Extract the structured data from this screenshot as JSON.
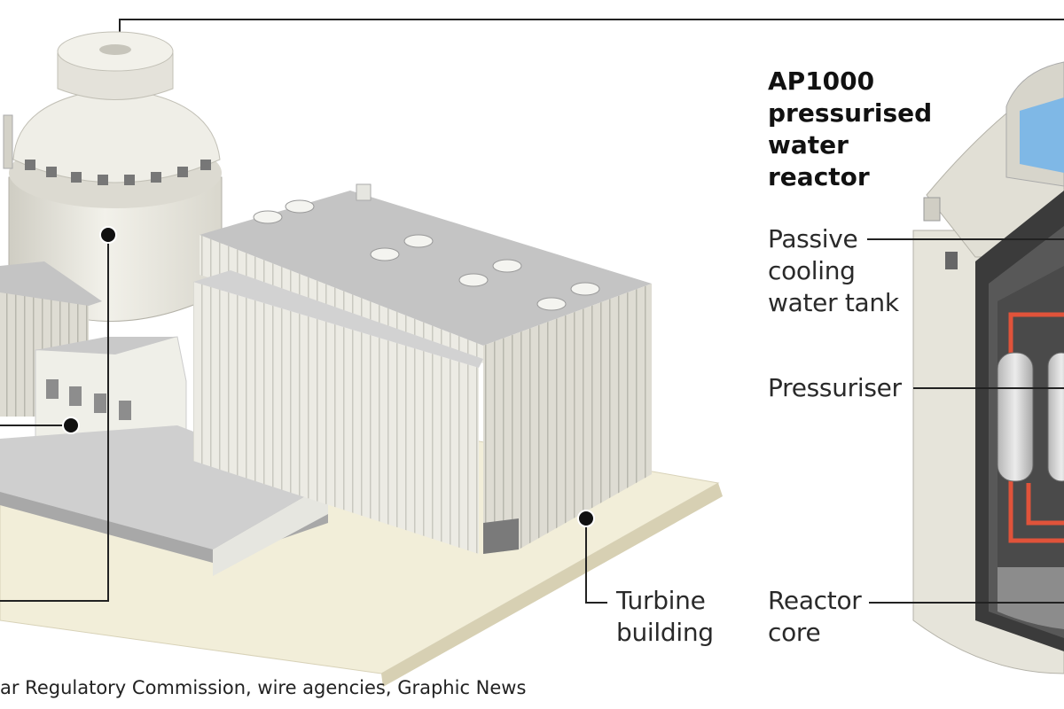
{
  "title_lines": [
    "AP1000",
    "pressurised",
    "water",
    "reactor"
  ],
  "labels": {
    "turbine_building": [
      "Turbine",
      "building"
    ],
    "passive_cooling": [
      "Passive",
      "cooling",
      "water tank"
    ],
    "pressuriser": "Pressuriser",
    "reactor_core": [
      "Reactor",
      "core"
    ]
  },
  "source": "ar Regulatory Commission, wire agencies, Graphic News",
  "colors": {
    "building_light": "#e9e8e0",
    "building_roof": "#c9c9c9",
    "building_shadow": "#9d9d9d",
    "ground": "#f2eed9",
    "reactor_red": "#e0533a",
    "reactor_dark": "#3b3b3b",
    "water_blue": "#7fb8e6"
  }
}
